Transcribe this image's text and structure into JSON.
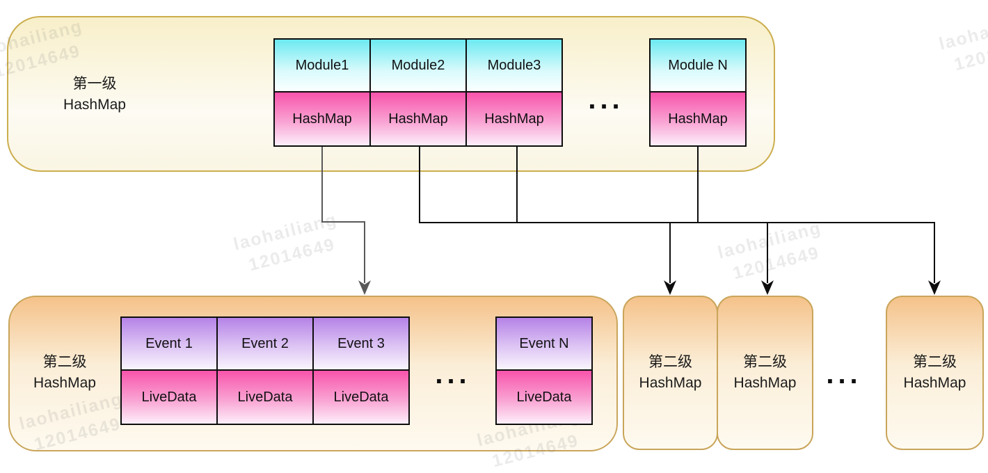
{
  "level1": {
    "title_line1": "第一级",
    "title_line2": "HashMap",
    "entries": [
      {
        "key": "Module1",
        "value": "HashMap"
      },
      {
        "key": "Module2",
        "value": "HashMap"
      },
      {
        "key": "Module3",
        "value": "HashMap"
      }
    ],
    "ellipsis": "...",
    "entry_n": {
      "key": "Module N",
      "value": "HashMap"
    }
  },
  "level2_primary": {
    "title_line1": "第二级",
    "title_line2": "HashMap",
    "entries": [
      {
        "key": "Event 1",
        "value": "LiveData"
      },
      {
        "key": "Event 2",
        "value": "LiveData"
      },
      {
        "key": "Event 3",
        "value": "LiveData"
      }
    ],
    "ellipsis": "...",
    "entry_n": {
      "key": "Event N",
      "value": "LiveData"
    }
  },
  "level2_siblings": {
    "ellipsis": "...",
    "boxes": [
      {
        "title_line1": "第二级",
        "title_line2": "HashMap"
      },
      {
        "title_line1": "第二级",
        "title_line2": "HashMap"
      },
      {
        "title_line1": "第二级",
        "title_line2": "HashMap"
      }
    ]
  },
  "watermark": {
    "line1": "laohailiang",
    "line2": "12014649"
  },
  "colors": {
    "container_yellow_border": "#ccae4e",
    "container_orange_border": "#c9a55a",
    "cyan_top": "#6ceaf1",
    "pink_top": "#f854ab",
    "purple_top": "#b583e7",
    "orange_top": "#f5c28a",
    "line_black": "#0d0d0d",
    "line_gray": "#595959"
  }
}
